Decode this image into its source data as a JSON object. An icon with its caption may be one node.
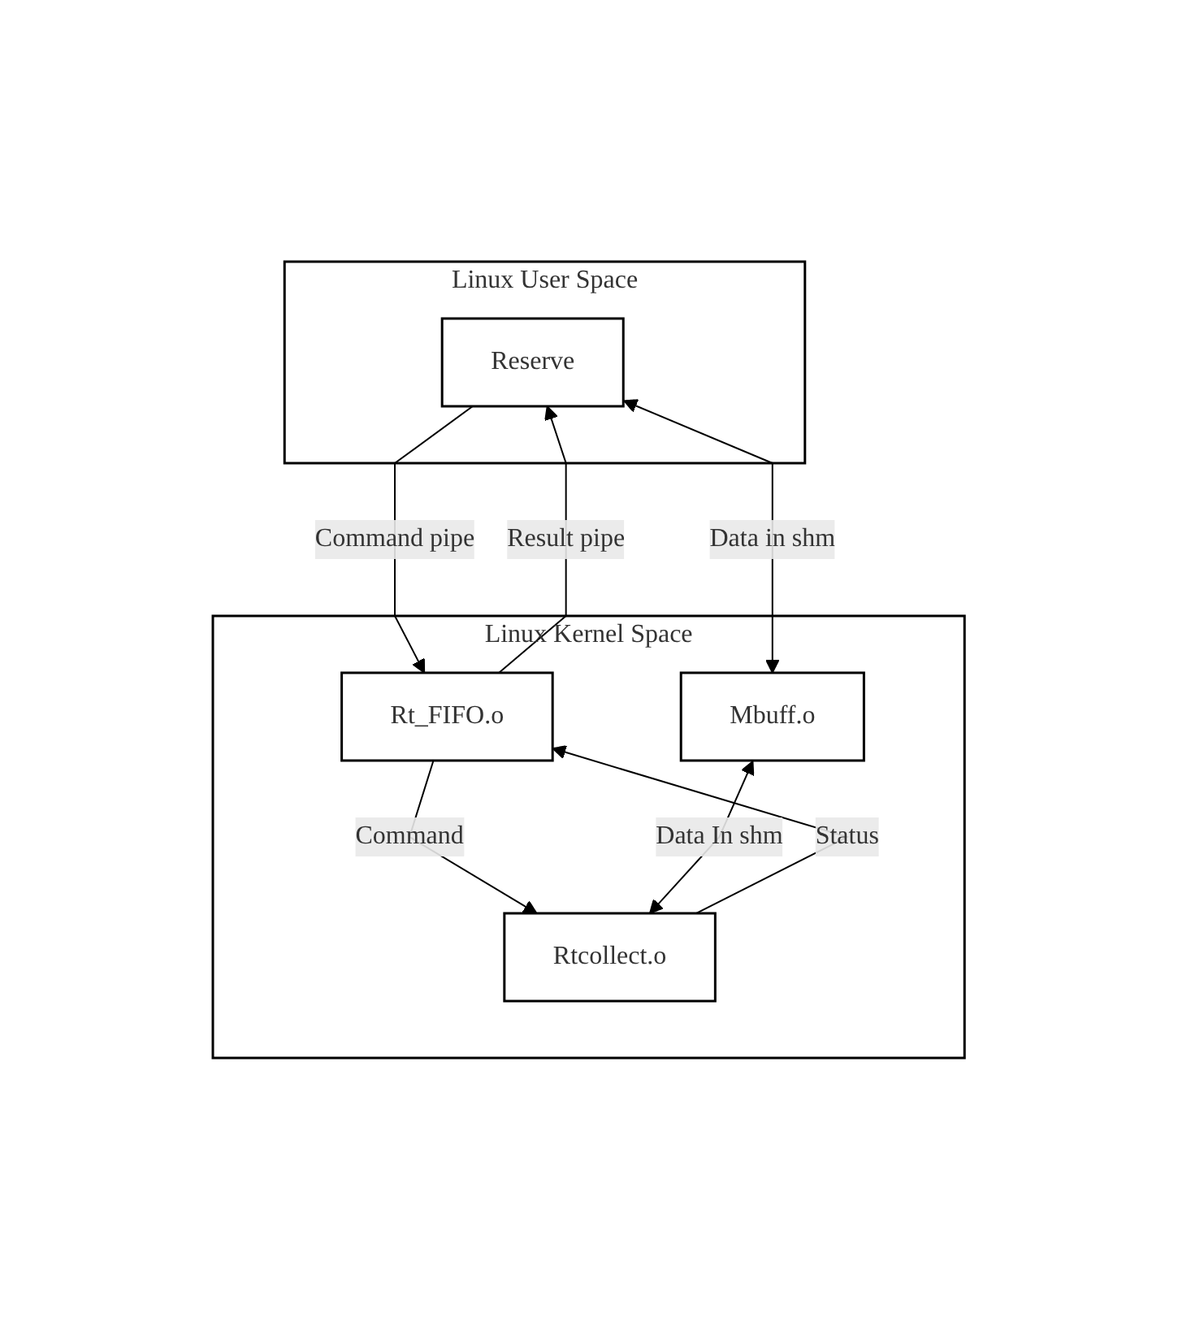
{
  "diagram": {
    "nodes": [
      {
        "text": [
          "Linux User Space"
        ]
      },
      {
        "text": [
          "Reserve"
        ],
        "in": 0
      },
      {
        "text": [
          "Linux Kernel Space"
        ]
      },
      {
        "text": [
          "Rt_FIFO.o"
        ],
        "in": 2
      },
      {
        "text": [
          "Mbuff.o"
        ],
        "in": 2
      },
      {
        "text": [
          "Rtcollect.o"
        ],
        "in": 2
      }
    ],
    "edges": [
      {
        "from": 1,
        "to": 3,
        "arrow": "to",
        "label": "Command pipe"
      },
      {
        "from": 3,
        "to": 1,
        "arrow": "to",
        "label": "Result pipe"
      },
      {
        "from": 1,
        "to": 4,
        "arrow": "both",
        "label": "Data in shm"
      },
      {
        "from": 3,
        "to": 5,
        "arrow": "to",
        "label": "Command"
      },
      {
        "from": 5,
        "to": 3,
        "arrow": "to",
        "label": "Status"
      },
      {
        "from": 4,
        "to": 5,
        "arrow": "both",
        "label": "Data In shm"
      }
    ]
  }
}
